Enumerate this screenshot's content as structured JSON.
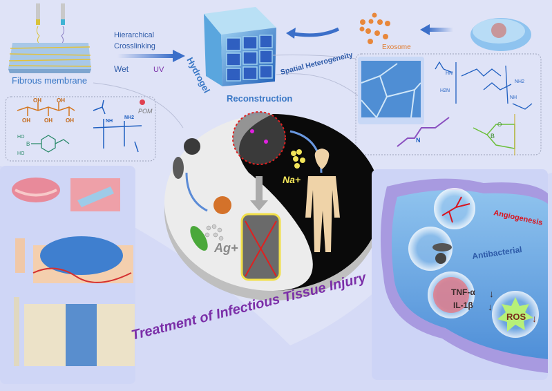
{
  "top_left": {
    "membrane_label": "Fibrous membrane",
    "process_line1": "Hierarchical",
    "process_line2": "Crosslinking",
    "wet_label": "Wet",
    "uv_label": "UV"
  },
  "hydrogel": {
    "hydrogel_label": "Hydrogel",
    "reconstruction_label": "Reconstruction",
    "spatial_label": "Spatial Heterogeneity"
  },
  "exosome": {
    "label": "Exosome"
  },
  "chem_left": {
    "oh": "OH",
    "ho": "HO",
    "b": "B",
    "nh": "NH",
    "nh2": "NH2",
    "pom": "POM"
  },
  "chem_right": {
    "hn": "HN",
    "nh2": "NH2",
    "h2n": "H2N",
    "nh": "NH",
    "n": "N",
    "b": "B",
    "o": "O"
  },
  "disc": {
    "na_label": "Na+",
    "ag_label": "Ag+"
  },
  "effects": {
    "angiogenesis": "Angiogenesis",
    "antibacterial": "Antibacterial",
    "tnf": "TNF-α",
    "il": "IL-1β",
    "ros": "ROS"
  },
  "title": "Treatment of Infectious Tissue Injury",
  "colors": {
    "background": "#dfe3f7",
    "blue_text": "#2d5aa8",
    "purple_title": "#7b2fa8",
    "orange": "#e07b2e",
    "red": "#d9141e"
  }
}
